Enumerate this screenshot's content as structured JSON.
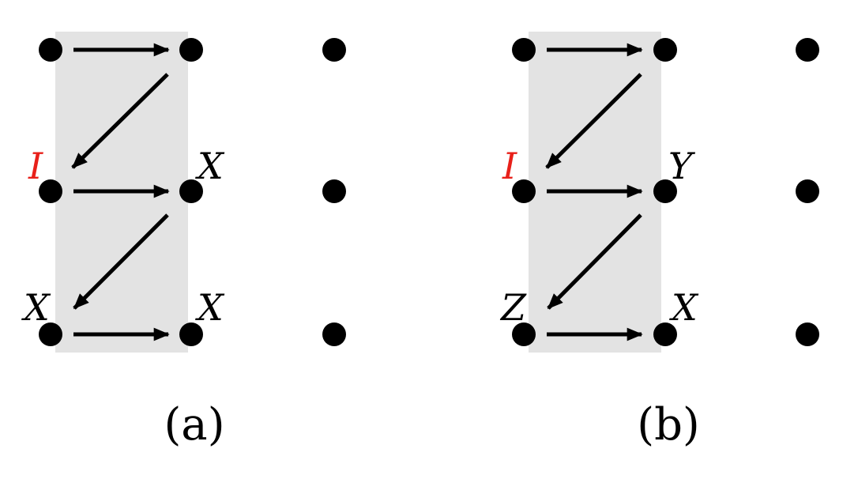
{
  "colors": {
    "background": "#ffffff",
    "shade": "#e3e3e3",
    "dot": "#000000",
    "arrow": "#000000",
    "label": "#000000",
    "highlight_label": "#e8201a"
  },
  "panels": [
    {
      "caption": "(a)",
      "labels": {
        "mid_left": "I",
        "mid_right": "X",
        "bottom_left": "X",
        "bottom_right": "X"
      },
      "highlighted_label": "mid_left"
    },
    {
      "caption": "(b)",
      "labels": {
        "mid_left": "I",
        "mid_right": "Y",
        "bottom_left": "Z",
        "bottom_right": "X"
      },
      "highlighted_label": "mid_left"
    }
  ],
  "grid": {
    "rows": 3,
    "columns": 3,
    "shaded_columns": [
      0,
      1
    ],
    "arrow_path": [
      "right",
      "diagonal-down-left",
      "right",
      "diagonal-down-left",
      "right"
    ]
  }
}
